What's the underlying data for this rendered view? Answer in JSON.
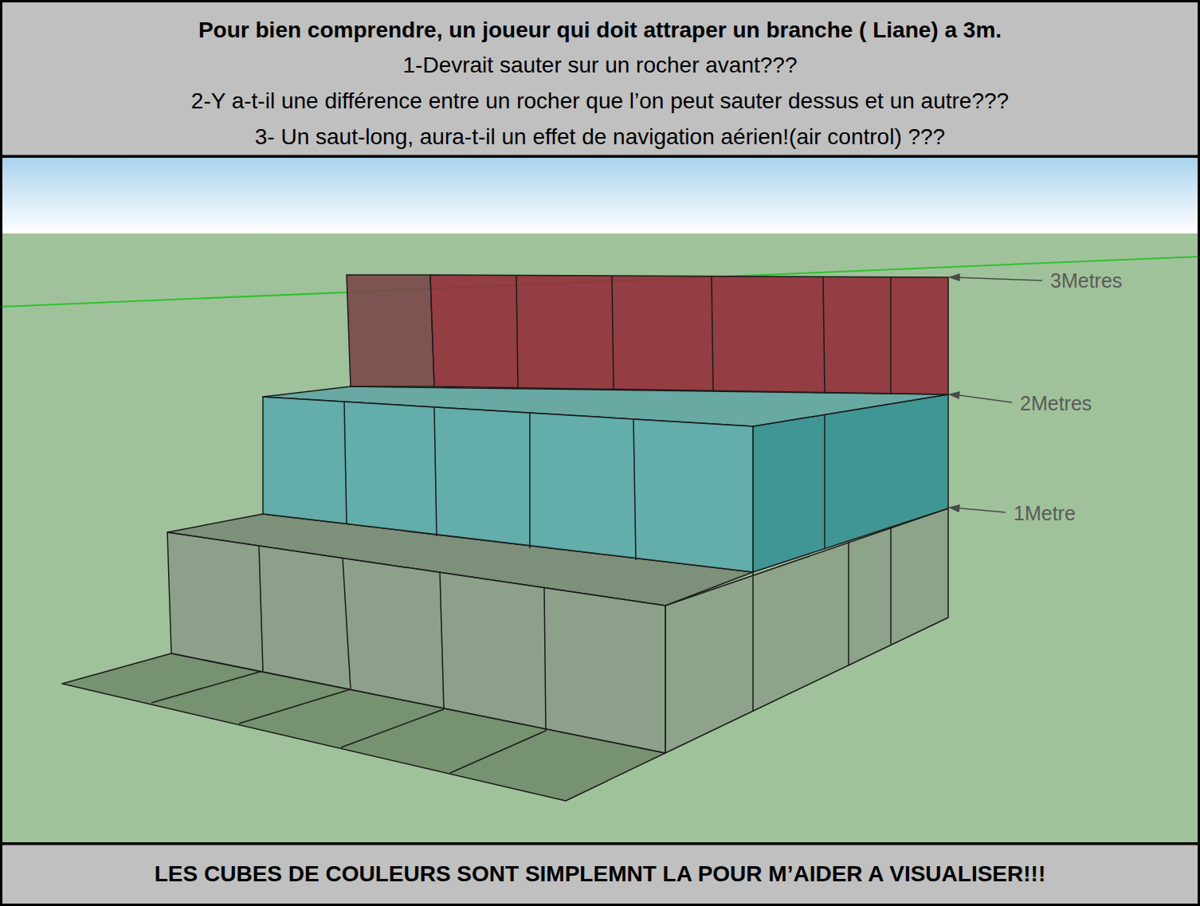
{
  "diagram": {
    "title": "Pour bien comprendre, un joueur qui doit attraper un branche ( Liane) a 3m.",
    "caption": "LES CUBES DE COULEURS SONT SIMPLEMNT LA POUR M’AIDER A VISUALISER!!!",
    "labels": [
      "1-Devrait sauter sur un rocher avant???",
      "2-Y a-t-il une différence entre un rocher que l’on peut sauter dessus et un autre???",
      "3- Un saut-long, aura-t-il un effet de navigation aérien!(air control) ???",
      "3Metres",
      "2Metres",
      "1Metre"
    ]
  }
}
